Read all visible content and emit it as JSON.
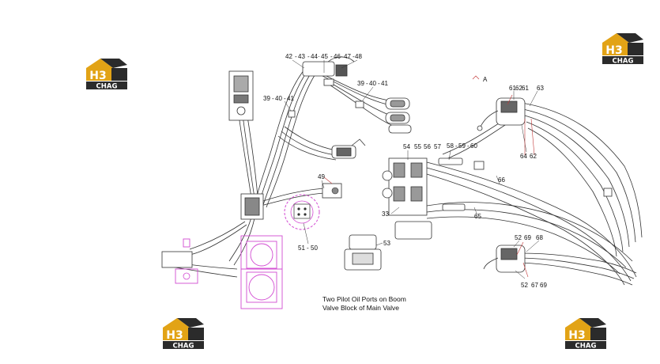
{
  "brand": {
    "logo_main": "H3",
    "logo_sub": "CHAG",
    "colors": {
      "gold": "#e2a316",
      "dark": "#2b2b2b",
      "white": "#ffffff"
    }
  },
  "colors": {
    "line": "#333333",
    "magenta": "#d24bd2",
    "leader": "#c33a3a"
  },
  "callouts": {
    "c42": "42",
    "c43": "43",
    "c44": "44",
    "c45": "45",
    "c46": "46",
    "c47": "47",
    "c48": "48",
    "c39a": "39",
    "c40a": "40",
    "c41a": "41",
    "c39b": "39",
    "c40b": "40",
    "c41b": "41",
    "c49": "49",
    "c51": "51",
    "c50": "50",
    "c53": "53",
    "c33": "33",
    "c54": "54",
    "c55": "55",
    "c56": "56",
    "c57": "57",
    "c58": "58",
    "c59": "59",
    "c60": "60",
    "c61a": "61",
    "c62a": "62",
    "c61b": "61",
    "c63": "63",
    "c64": "64",
    "c62b": "62",
    "c65": "65",
    "c66": "66",
    "c52a": "52",
    "c69a": "69",
    "c68": "68",
    "c52b": "52",
    "c67": "67",
    "c69b": "69",
    "cA": "A"
  },
  "caption": {
    "line1": "Two Pilot Oil Ports on Boom",
    "line2": "Valve Block of Main Valve"
  }
}
